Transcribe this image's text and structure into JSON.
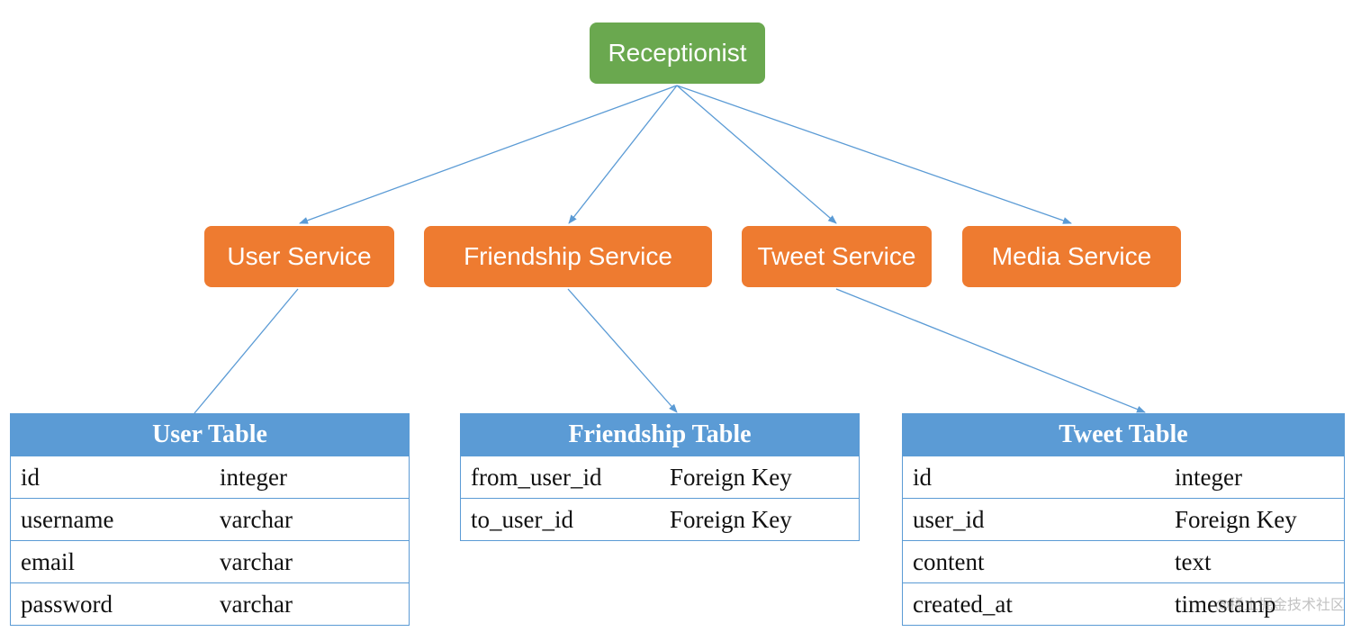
{
  "colors": {
    "receptionist": "#6aa84f",
    "service": "#ee7b30",
    "table_header": "#5b9bd5",
    "connector": "#5b9bd5"
  },
  "nodes": {
    "receptionist": "Receptionist",
    "user_service": "User Service",
    "friendship_service": "Friendship Service",
    "tweet_service": "Tweet Service",
    "media_service": "Media Service"
  },
  "tables": {
    "user": {
      "title": "User Table",
      "rows": [
        {
          "field": "id",
          "type": "integer"
        },
        {
          "field": "username",
          "type": "varchar"
        },
        {
          "field": "email",
          "type": "varchar"
        },
        {
          "field": "password",
          "type": "varchar"
        }
      ]
    },
    "friendship": {
      "title": "Friendship Table",
      "rows": [
        {
          "field": "from_user_id",
          "type": "Foreign Key"
        },
        {
          "field": "to_user_id",
          "type": "Foreign Key"
        }
      ]
    },
    "tweet": {
      "title": "Tweet Table",
      "rows": [
        {
          "field": "id",
          "type": "integer"
        },
        {
          "field": "user_id",
          "type": "Foreign Key"
        },
        {
          "field": "content",
          "type": "text"
        },
        {
          "field": "created_at",
          "type": "timestamp"
        }
      ]
    }
  },
  "watermark": "@稀土掘金技术社区"
}
